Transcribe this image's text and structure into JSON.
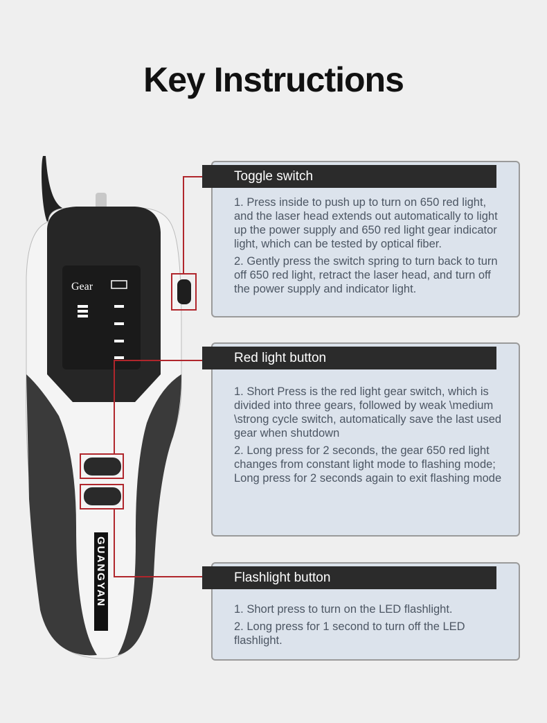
{
  "title": "Key Instructions",
  "device": {
    "display_label": "Gear",
    "brand": "GUANGYAN"
  },
  "sections": [
    {
      "heading": "Toggle switch",
      "paragraphs": [
        "1. Press inside to push up to turn on 650 red light, and the laser head extends out automatically to light up the power supply and 650 red light gear indicator light, which can be tested by optical fiber.",
        "2. Gently press the switch spring to turn back to turn off 650 red light, retract the laser head, and turn off the power supply and indicator light."
      ]
    },
    {
      "heading": "Red light button",
      "paragraphs": [
        "1. Short Press is the red light gear switch, which is divided into three gears, followed by weak \\medium \\strong cycle switch, automatically save the last used gear when shutdown",
        "2. Long press for 2 seconds, the gear 650 red light changes from constant light mode to flashing mode; Long press for 2 seconds again to exit flashing mode"
      ]
    },
    {
      "heading": "Flashlight button",
      "paragraphs": [
        "1. Short press to turn on the LED flashlight.",
        "2. Long press for 1 second to turn off the LED flashlight."
      ]
    }
  ],
  "colors": {
    "accent": "#b0262c",
    "header": "#2b2b2b",
    "box": "#dce3ec"
  }
}
